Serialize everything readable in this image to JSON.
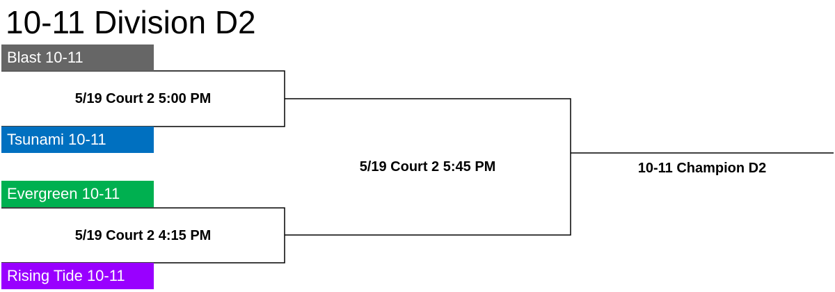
{
  "title": "10-11 Division D2",
  "teams": [
    {
      "name": "Blast 10-11",
      "color": "#666666"
    },
    {
      "name": "Tsunami 10-11",
      "color": "#0070c0"
    },
    {
      "name": "Evergreen 10-11",
      "color": "#00b050"
    },
    {
      "name": "Rising Tide 10-11",
      "color": "#9900ff"
    }
  ],
  "games": {
    "round1_top": "5/19 Court 2 5:00 PM",
    "round1_bottom": "5/19 Court 2 4:15 PM",
    "final": "5/19 Court 2 5:45 PM"
  },
  "champion": "10-11 Champion D2"
}
